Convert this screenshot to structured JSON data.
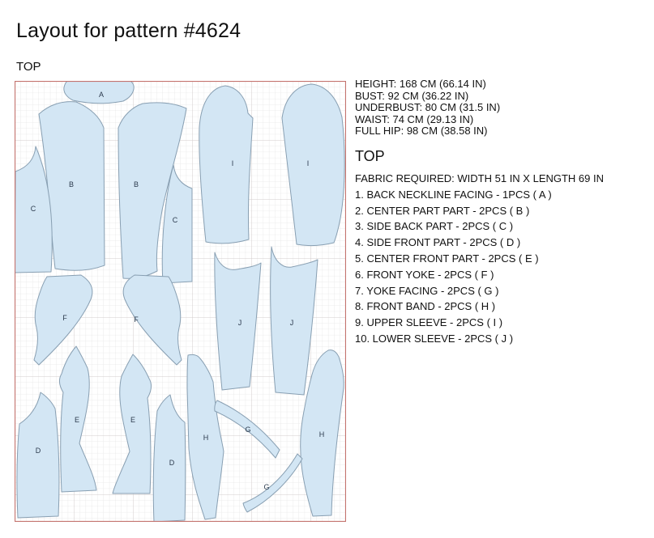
{
  "page": {
    "title": "Layout for pattern #4624",
    "section_label": "TOP"
  },
  "measurements": {
    "lines": [
      "HEIGHT: 168 CM (66.14 IN)",
      "BUST: 92 CM (36.22 IN)",
      "UNDERBUST: 80 CM (31.5 IN)",
      "WAIST: 74 CM (29.13 IN)",
      "FULL HIP: 98 CM (38.58 IN)"
    ]
  },
  "details": {
    "heading": "TOP",
    "fabric_required": "FABRIC REQUIRED: WIDTH 51 IN X LENGTH 69 IN",
    "items": [
      "1. BACK NECKLINE FACING - 1PCS ( A )",
      "2. CENTER PART PART - 2PCS ( B )",
      "3. SIDE BACK PART - 2PCS ( C )",
      "4. SIDE FRONT PART - 2PCS ( D )",
      "5. CENTER FRONT PART - 2PCS ( E )",
      "6. FRONT YOKE - 2PCS ( F )",
      "7. YOKE FACING - 2PCS ( G )",
      "8. FRONT BAND - 2PCS ( H )",
      "9. UPPER SLEEVE - 2PCS ( I )",
      "10. LOWER SLEEVE - 2PCS ( J )"
    ]
  },
  "layout": {
    "piece_labels": {
      "a": "A",
      "b": "B",
      "c": "C",
      "d": "D",
      "e": "E",
      "f": "F",
      "g": "G",
      "h": "H",
      "i": "I",
      "j": "J"
    },
    "colors": {
      "piece_fill": "#d3e6f4",
      "piece_stroke": "#889fb2",
      "grid_minor": "#e7e7e7",
      "grid_major": "#d3cccc",
      "grid_border": "#c4736e",
      "label_text": "#2b3a4d"
    }
  }
}
